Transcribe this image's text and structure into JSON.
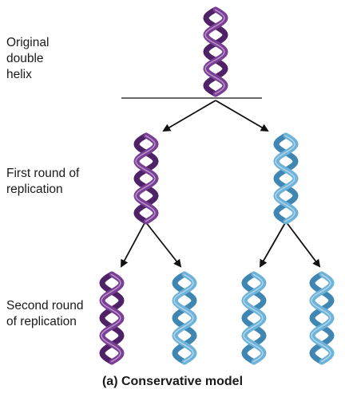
{
  "labels": {
    "original": [
      "Original",
      "double",
      "helix"
    ],
    "first_round": [
      "First round of",
      "replication"
    ],
    "second_round": [
      "Second round",
      "of replication"
    ]
  },
  "caption": "(a) Conservative model",
  "colors": {
    "parental_strand": "#7a3e96",
    "parental_strand_dark": "#4f2166",
    "new_strand": "#6db3d9",
    "new_strand_dark": "#3f86b3",
    "arrow": "#111111",
    "divider": "#111111"
  },
  "helices": [
    {
      "generation": "original",
      "strand_type": "parental"
    },
    {
      "generation": "first",
      "strand_type": "parental"
    },
    {
      "generation": "first",
      "strand_type": "new"
    },
    {
      "generation": "second",
      "strand_type": "parental"
    },
    {
      "generation": "second",
      "strand_type": "new"
    },
    {
      "generation": "second",
      "strand_type": "new"
    },
    {
      "generation": "second",
      "strand_type": "new"
    }
  ]
}
